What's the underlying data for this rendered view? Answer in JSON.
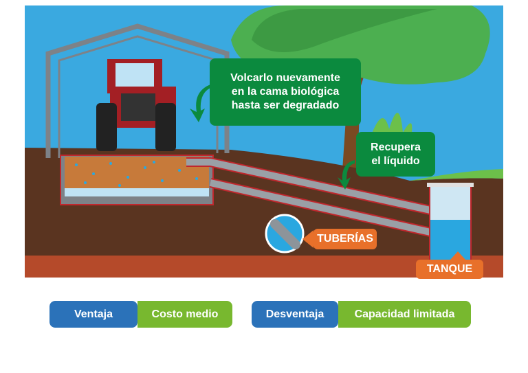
{
  "callouts": {
    "rebed": [
      "Volcarlo nuevamente",
      "en la cama biológica",
      "hasta ser degradado"
    ],
    "recover": [
      "Recupera",
      "el líquido"
    ],
    "pipes": "TUBERÍAS",
    "tank": "TANQUE"
  },
  "summary": [
    {
      "label": "Ventaja",
      "value": "Costo medio"
    },
    {
      "label": "Desventaja",
      "value": "Capacidad limitada"
    }
  ],
  "colors": {
    "sky": "#3aa9e0",
    "soil": "#5a3420",
    "callout_green": "#0b8a3e",
    "orange": "#e8702a",
    "blue": "#2b72b9",
    "green": "#78b82f"
  }
}
